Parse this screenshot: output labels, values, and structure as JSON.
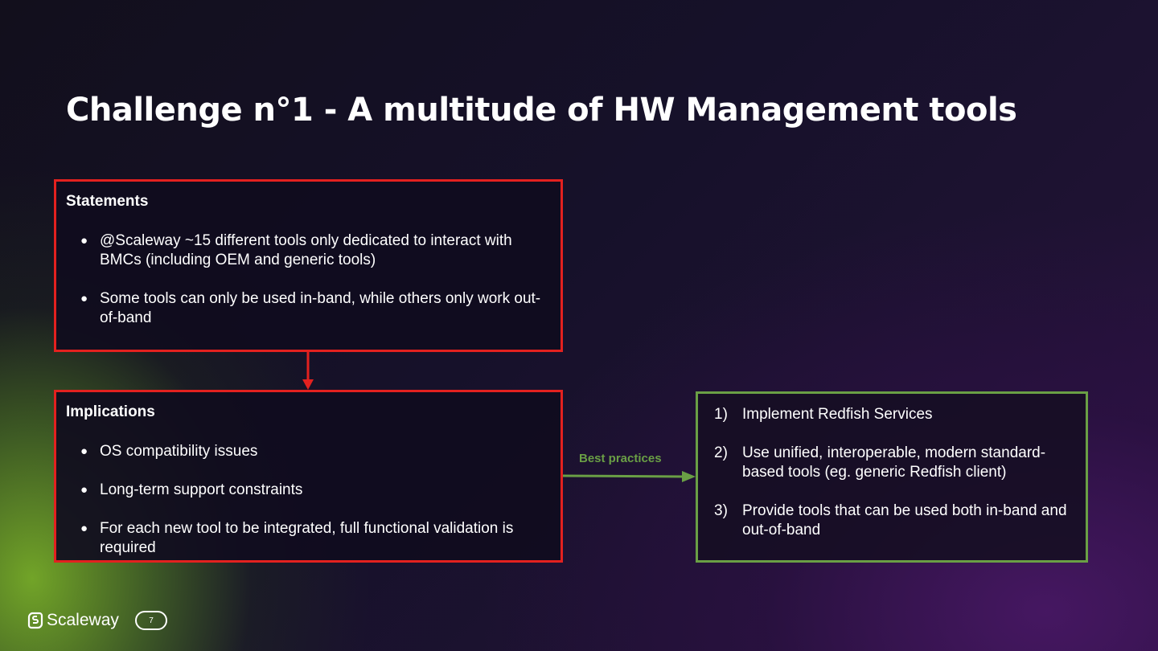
{
  "slide": {
    "title": "Challenge n°1 - A multitude of HW Management tools"
  },
  "statements": {
    "heading": "Statements",
    "items": [
      "@Scaleway ~15 different tools only dedicated to interact with BMCs (including OEM and generic tools)",
      "Some tools can only be used in-band, while others only work out-of-band"
    ]
  },
  "implications": {
    "heading": "Implications",
    "items": [
      "OS compatibility issues",
      "Long-term support constraints",
      "For each new tool to be integrated, full functional validation is required"
    ]
  },
  "connector": {
    "label": "Best practices"
  },
  "best_practices": {
    "items": [
      {
        "num": "1)",
        "text": "Implement Redfish Services"
      },
      {
        "num": "2)",
        "text": "Use unified, interoperable, modern standard-based tools (eg. generic Redfish client)"
      },
      {
        "num": "3)",
        "text": "Provide tools that can be used both in-band and out-of-band"
      }
    ]
  },
  "footer": {
    "logo_text": "Scaleway",
    "page_number": "7"
  },
  "colors": {
    "statement_border": "#e3211f",
    "practice_border": "#6a9f45",
    "label_green": "#6a9f45"
  },
  "icons": {
    "bullet": "bullet-dot-icon",
    "logo": "scaleway-logo-icon",
    "down_arrow": "arrow-down-icon",
    "right_arrow": "arrow-right-icon"
  }
}
